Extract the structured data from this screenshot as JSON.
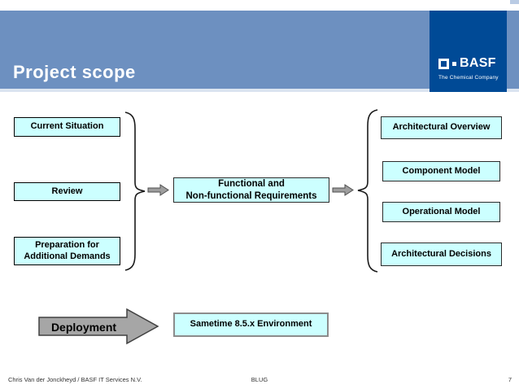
{
  "header": {
    "title": "Project scope",
    "logo": {
      "brand": "BASF",
      "tagline": "The Chemical Company"
    }
  },
  "diagram": {
    "left_column": [
      {
        "label": "Current Situation"
      },
      {
        "label": "Review"
      },
      {
        "label": "Preparation for\nAdditional Demands"
      }
    ],
    "center_box": {
      "label": "Functional and\nNon-functional Requirements"
    },
    "right_column": [
      {
        "label": "Architectural Overview"
      },
      {
        "label": "Component Model"
      },
      {
        "label": "Operational Model"
      },
      {
        "label": "Architectural Decisions"
      }
    ],
    "deployment_arrow": {
      "label": "Deployment"
    },
    "environment_box": {
      "label": "Sametime 8.5.x Environment"
    }
  },
  "footer": {
    "author": "Chris Van der Jonckheyd / BASF IT Services N.V.",
    "event": "BLUG",
    "page_number": "7"
  },
  "colors": {
    "banner_blue": "#6d90c0",
    "basf_blue": "#004a96",
    "box_fill": "#ccffff",
    "arrow_gray": "#9e9e9e"
  }
}
